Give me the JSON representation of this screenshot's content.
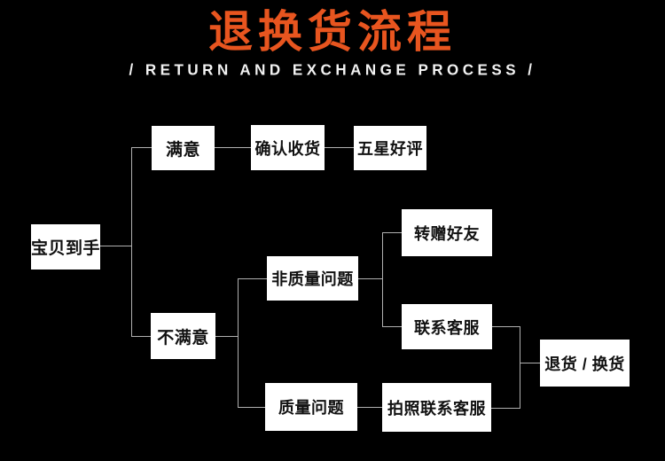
{
  "header": {
    "title": "退换货流程",
    "subtitle": "/ RETURN AND EXCHANGE PROCESS /"
  },
  "flowchart": {
    "nodes": {
      "start": "宝贝到手",
      "satisfied": "满意",
      "confirm_receipt": "确认收货",
      "five_star_review": "五星好评",
      "unsatisfied": "不满意",
      "non_quality_issue": "非质量问题",
      "gift_to_friend": "转赠好友",
      "contact_service": "联系客服",
      "quality_issue": "质量问题",
      "photo_contact_service": "拍照联系客服",
      "return_or_exchange": "退货 / 换货"
    }
  },
  "colors": {
    "background": "#000000",
    "title_accent": "#e8551f",
    "subtitle_text": "#f2f2f2",
    "node_background": "#ffffff",
    "node_text": "#111111",
    "connector_line": "#b0b0b0"
  }
}
